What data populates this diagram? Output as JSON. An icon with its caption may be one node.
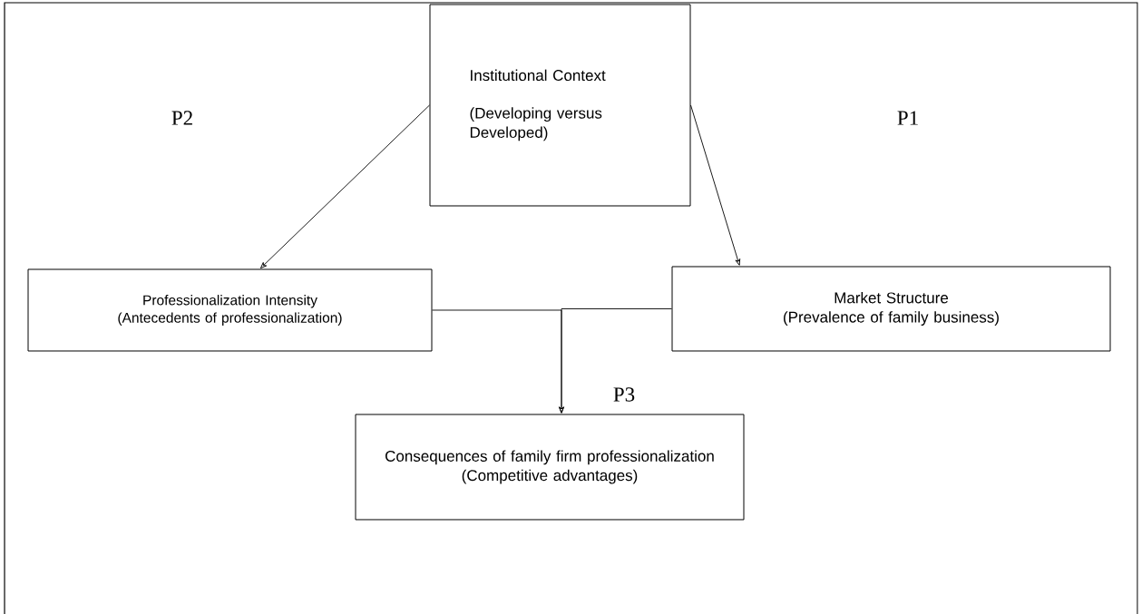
{
  "diagram": {
    "nodes": [
      {
        "text": [
          "Institutional Context",
          "(Developing versus Developed)"
        ]
      },
      {
        "text": [
          "Professionalization Intensity",
          "(Antecedents of professionalization)"
        ]
      },
      {
        "text": [
          "Market Structure",
          "(Prevalence of family business)"
        ]
      },
      {
        "text": [
          "Consequences of family firm professionalization",
          "(Competitive advantages)"
        ]
      }
    ],
    "edges": [
      {
        "from": 0,
        "to": 1,
        "arrow": "to"
      },
      {
        "from": 0,
        "to": 2,
        "arrow": "to"
      },
      {
        "from": 1,
        "to": 3,
        "arrow": "to",
        "label": "P3"
      },
      {
        "from": 2,
        "to": 3,
        "arrow": "to"
      }
    ],
    "labels": [
      "P2",
      "P1"
    ]
  }
}
